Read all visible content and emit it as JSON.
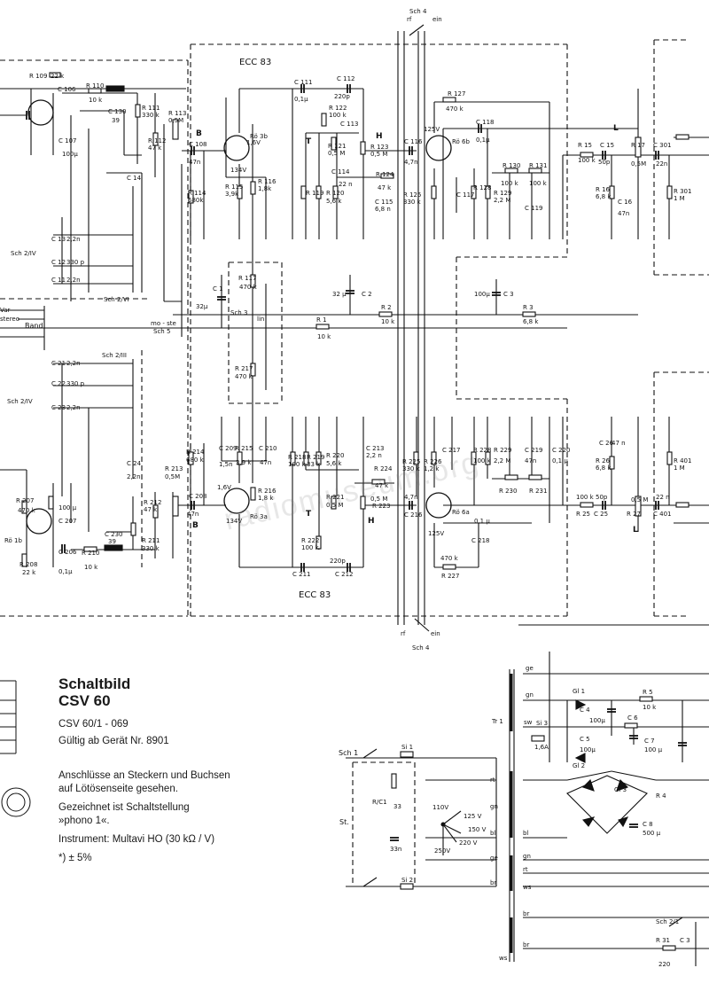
{
  "tubes": {
    "top_type": "ECC 83",
    "bottom_type": "ECC 83",
    "ro3b": "Rö 3b",
    "ro6b": "Rö 6b",
    "ro3a": "Rö 3a",
    "ro6a": "Rö 6a",
    "ro1b": "Rö 1b"
  },
  "switches": {
    "sch4_top": "Sch 4",
    "sch4_bottom": "Sch 4",
    "sch3": "Sch 3",
    "sch5": "Sch 5",
    "sch5_label": "mo - ste",
    "sch2_iv": "Sch 2/IV",
    "sch2_iv_b": "Sch 2/IV",
    "sch2_vi": "Sch 2/VI",
    "sch2_iii": "Sch 2/III",
    "sch1": "Sch 1",
    "sch2_1": "Sch 2/1",
    "band": "Band",
    "lin": "lin",
    "rf": "rf",
    "ein": "ein"
  },
  "markers": {
    "B": "B",
    "T": "T",
    "H": "H",
    "L": "L"
  },
  "values_top": {
    "r109": "R 109",
    "r109v": "22 k",
    "r110": "R 110",
    "r110v": "10 k",
    "r111": "R 111",
    "r111v": "330 k",
    "r112": "R 112",
    "r112v": "47 k",
    "r113": "R 113",
    "r113v": "0,5M",
    "c130": "C 130",
    "c130v": "39",
    "c106": "C 106",
    "c107": "C 107",
    "c107v": "100µ",
    "c108": "C 108",
    "c108v": "47n",
    "r114": "R 114",
    "r114v": "680k",
    "r115": "R 115",
    "r115v": "3,9k",
    "r116": "R 116",
    "r116v": "1,8k",
    "c111": "C 111",
    "c111v": "0,1µ",
    "c112": "C 112",
    "c112v": "220p",
    "r122": "R 122",
    "r122v": "100 k",
    "c113": "C 113",
    "r121": "R 121",
    "r121v": "0,5 M",
    "r119": "R 119",
    "r120": "R 120",
    "r120v": "5,6 k",
    "c114": "C 114",
    "c114v": "22 n",
    "r123": "R 123",
    "r123v": "0,5 M",
    "r124": "R 124",
    "r124v": "47 k",
    "c115": "C 115",
    "c115v": "6,8 n",
    "c116": "C 116",
    "c116v": "4,7n",
    "r125": "R 125",
    "r125v": "330 k",
    "r127": "R 127",
    "r127v": "470 k",
    "c117": "C 117",
    "c118": "C 118",
    "c118v": "0,1µ",
    "r128": "R 128",
    "r129": "R 129",
    "r129v": "2,2 M",
    "r130": "R 130",
    "r130v": "100 k",
    "r131": "R 131",
    "r131v": "100 k",
    "c119": "C 119",
    "r15": "R 15",
    "r15v": "100 k",
    "c15": "C 15",
    "c15v": "50p",
    "r16": "R 16",
    "r16v": "6,8 k",
    "c16": "C 16",
    "c16v": "47n",
    "r17": "R 17",
    "r17v": "0,5M",
    "c301": "C 301",
    "c301v": "22n",
    "r301": "R 301",
    "r301v": "1 M",
    "v125": "125V",
    "v134": "134V",
    "v16": "1,6V"
  },
  "values_mid": {
    "r117": "R 117",
    "r117v": "470 k",
    "r217": "R 217",
    "r217v": "470 k",
    "c1": "C 1",
    "c1v": "32µ",
    "c2": "C 2",
    "c2v": "32 µ",
    "c3": "C 3",
    "c3v": "100µ",
    "r1": "R 1",
    "r1v": "10 k",
    "r2": "R 2",
    "r2v": "10 k",
    "r3": "R 3",
    "r3v": "6,8 k",
    "c12": "C 12",
    "c12v": "330 p",
    "c13": "C 13",
    "c13v": "2,2n",
    "c11": "C 11",
    "c11v": "2,2n",
    "c14": "C 14",
    "c21": "C 21",
    "c21v": "2,2n",
    "c22": "C 22",
    "c22v": "330 p",
    "c23": "C 23",
    "c23v": "2,2n",
    "c24": "C 24",
    "c24v": "2,2n",
    "var": "Var",
    "stereo": "stereo"
  },
  "values_bottom": {
    "r207": "R 207",
    "r207v": "470 k",
    "r208": "R 208",
    "r208v": "22 k",
    "r210": "R 210",
    "r210v": "10 k",
    "r211": "R 211",
    "r211v": "330 k",
    "r212": "R 212",
    "r212v": "47 k",
    "r213": "R 213",
    "r213v": "0,5M",
    "c206": "C 206",
    "c206v": "0,1µ",
    "c207": "C 207",
    "c207v": "100 µ",
    "c208": "C 208",
    "c208v": "47n",
    "c230": "C 230",
    "c230v": "39",
    "r214": "R 214",
    "r214v": "680 k",
    "r215": "R 215",
    "r215v": "3,9 k",
    "r216": "R 216",
    "r216v": "1,8 k",
    "c209": "C 209",
    "c209v": "1,5n",
    "c210": "C 210",
    "c210v": "47n",
    "r218": "R 218",
    "r218v": "100 k",
    "r219": "R 219",
    "r219v": "33 k",
    "r220": "R 220",
    "r220v": "5,6 k",
    "r221": "R 221",
    "r221v": "0,5 M",
    "r222": "R 222",
    "r222v": "100 k",
    "c213": "C 213",
    "c213v": "2,2 n",
    "c211": "C 211",
    "c212": "C 212",
    "c212v": "220p",
    "r223": "R 223",
    "r223v": "0,5 M",
    "r224": "R 224",
    "r224v": "47 k",
    "r225": "R 225",
    "r225v": "330 k",
    "r226": "R 226",
    "r226v": "1,2 k",
    "c216": "C 216",
    "c216v": "4,7n",
    "c217": "C 217",
    "c218": "C 218",
    "c218v": "0,1 µ",
    "r227": "R 227",
    "r227v": "470 k",
    "r228": "R 228",
    "r228v": "100 k",
    "r229": "R 229",
    "r229v": "2,2 M",
    "r230": "R 230",
    "r231": "R 231",
    "c219": "C 219",
    "c219v": "47n",
    "c220": "C 220",
    "c220v": "0,1 µ",
    "r25": "R 25",
    "r25v": "100 k",
    "c25": "C 25",
    "c25v": "50p",
    "r26": "R 26",
    "r26v": "6,8 k",
    "c26": "C 26",
    "c26v": "47 n",
    "r27": "R 27",
    "r27v": "0,5 M",
    "c401": "C 401",
    "c401v": "22 n",
    "r401": "R 401",
    "r401v": "1 M",
    "v125b": "125V",
    "v134b": "134V",
    "v16b": "1,6V"
  },
  "power": {
    "tr1": "Tr 1",
    "si1": "Si 1",
    "si2": "Si 2",
    "si3": "Si 3",
    "si3v": "1,6A",
    "st": "St.",
    "rc": "R/C1",
    "c33": "33",
    "c33n": "33n",
    "v110": "110V",
    "v125": "125 V",
    "v150": "150 V",
    "v220": "220 V",
    "v250": "250V",
    "gl1": "Gl 1",
    "gl2": "Gl 2",
    "gl3": "Gl 3",
    "r4": "R 4",
    "r5": "R 5",
    "r5v": "10 k",
    "c4": "C 4",
    "c4v": "100µ",
    "c5": "C 5",
    "c5v": "100µ",
    "c6": "C 6",
    "c7": "C 7",
    "c7v": "100 µ",
    "c8": "C 8",
    "c8v": "500 µ",
    "r31": "R 31",
    "r31v": "220",
    "c3x": "C 3",
    "wires": [
      "ge",
      "gn",
      "sw",
      "rt",
      "gn",
      "bl",
      "ge",
      "br",
      "bl",
      "gn",
      "rt",
      "ws",
      "br",
      "br",
      "ws"
    ]
  },
  "caption": {
    "title1": "Schaltbild",
    "title2": "CSV 60",
    "model": "CSV 60/1 - 069",
    "valid": "Gültig ab Gerät Nr. 8901",
    "note1": "Anschlüsse an Steckern und Buchsen",
    "note2": "auf Lötösenseite gesehen.",
    "note3": "Gezeichnet ist Schaltstellung",
    "note4": "»phono 1«.",
    "instrument": "Instrument: Multavi HO (30 kΩ / V)",
    "tolerance": "*) ± 5%"
  },
  "watermark": "radiomuseum.org"
}
